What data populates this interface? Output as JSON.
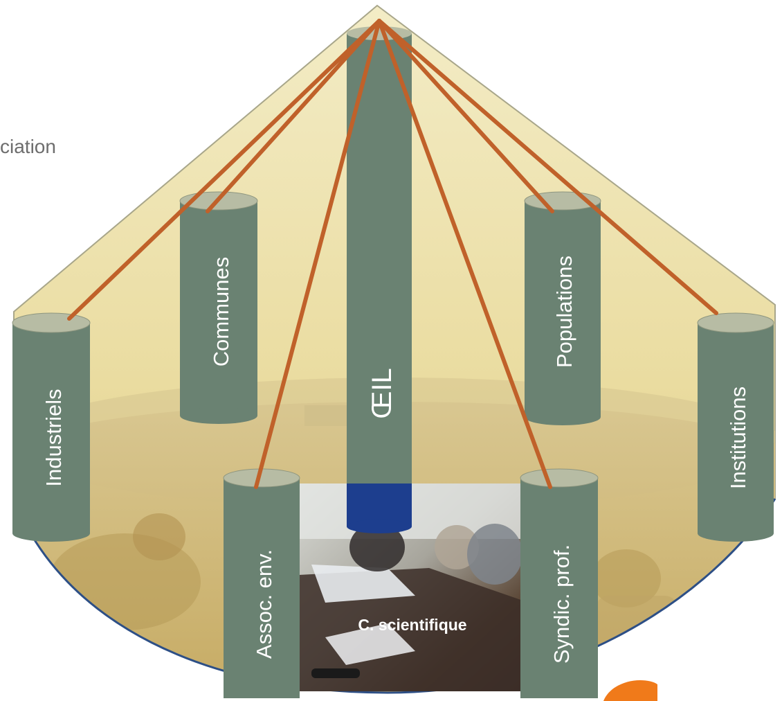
{
  "fragment_text": "ciation",
  "apex_pillar": {
    "label": "ŒIL"
  },
  "pillars": [
    {
      "id": "industriels",
      "label": "Industriels"
    },
    {
      "id": "communes",
      "label": "Communes"
    },
    {
      "id": "populations",
      "label": "Populations"
    },
    {
      "id": "institutions",
      "label": "Institutions"
    },
    {
      "id": "assoc-env",
      "label": "Assoc. env."
    },
    {
      "id": "syndic-prof",
      "label": "Syndic. prof."
    }
  ],
  "center_panel": {
    "label": "C. scientifique"
  },
  "colors": {
    "tent": "#efe6b4",
    "tent_edge": "#a8a68a",
    "pillar": "#6a8272",
    "pillar_top": "#b7bca4",
    "line": "#c0612a",
    "base_edge": "#2d4f86",
    "photo_tint": "#c9b16b",
    "core_blue": "#1d3e8e",
    "corner_orange": "#f07a1a"
  }
}
